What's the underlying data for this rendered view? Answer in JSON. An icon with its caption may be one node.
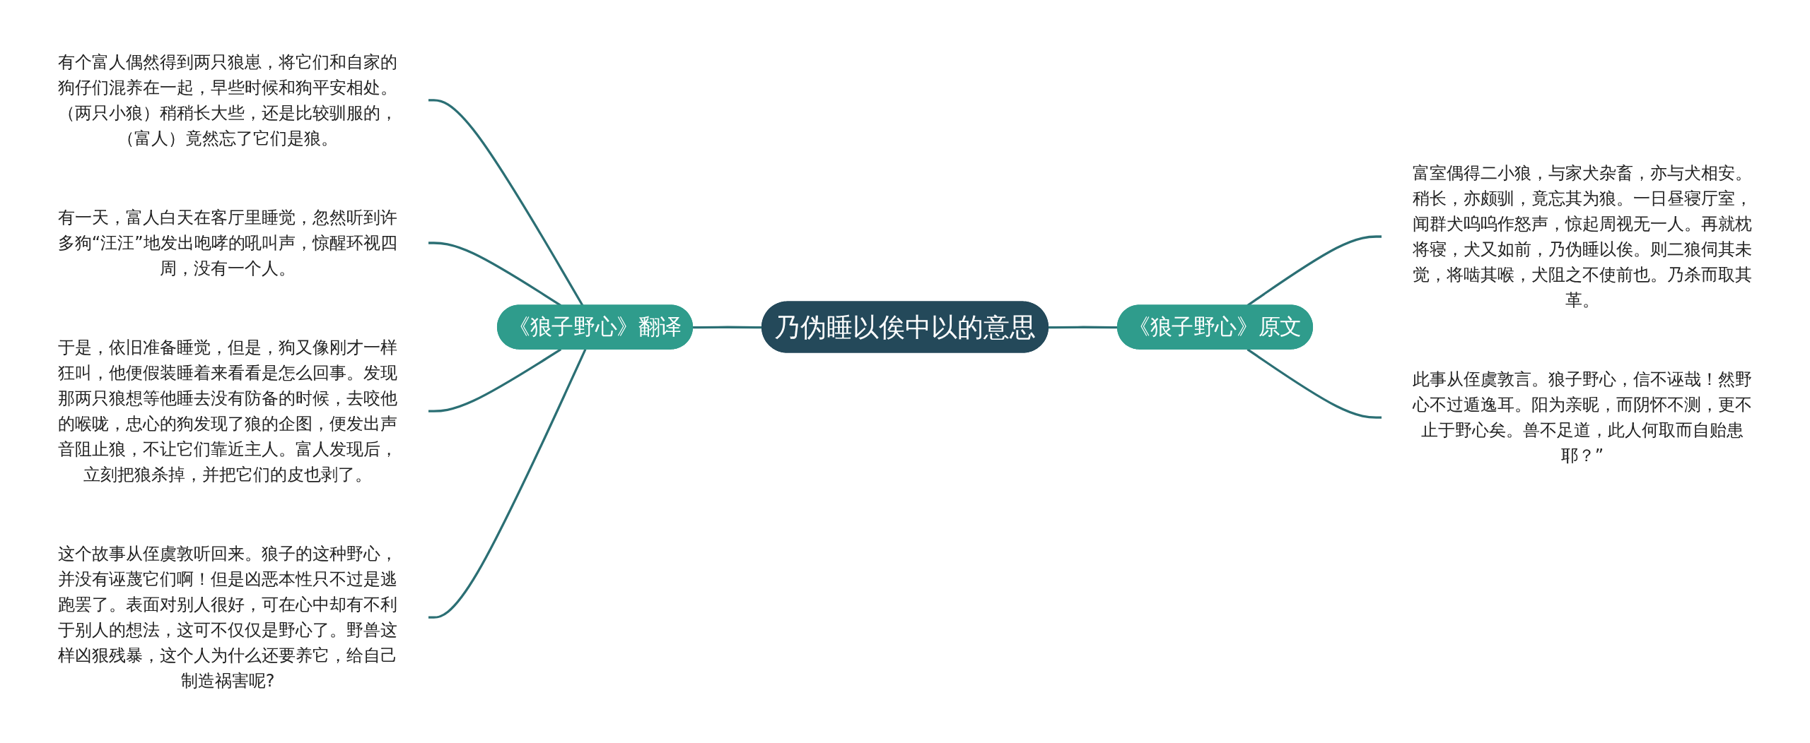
{
  "diagram": {
    "nodes": [
      {
        "text": [
          "乃伪睡以俟中以的意思"
        ]
      },
      {
        "text": [
          "《狼子野心》翻译"
        ]
      },
      {
        "text": [
          "有个富人偶然得到两只狼崽，将它们和自家的狗仔们混养在一起，早些时候和狗平安相处。（两只小狼）稍稍长大些，还是比较驯服的，（富人）竟然忘了它们是狼。"
        ]
      },
      {
        "text": [
          "有一天，富人白天在客厅里睡觉，忽然听到许多狗“汪汪”地发出咆哮的吼叫声，惊醒环视四周，没有一个人。"
        ]
      },
      {
        "text": [
          "于是，依旧准备睡觉，但是，狗又像刚才一样狂叫，他便假装睡着来看看是怎么回事。发现那两只狼想等他睡去没有防备的时候，去咬他的喉咙，忠心的狗发现了狼的企图，便发出声音阻止狼，不让它们靠近主人。富人发现后，立刻把狼杀掉，并把它们的皮也剥了。"
        ]
      },
      {
        "text": [
          "这个故事从侄虞敦听回来。狼子的这种野心，并没有诬蔑它们啊！但是凶恶本性只不过是逃跑罢了。表面对别人很好，可在心中却有不利于别人的想法，这可不仅仅是野心了。野兽这样凶狠残暴，这个人为什么还要养它，给自己制造祸害呢?"
        ]
      },
      {
        "text": [
          "《狼子野心》原文"
        ]
      },
      {
        "text": [
          "富室偶得二小狼，与家犬杂畜，亦与犬相安。稍长，亦颇驯，竟忘其为狼。一日昼寝厅室，闻群犬呜呜作怒声，惊起周视无一人。再就枕将寝，犬又如前，乃伪睡以俟。则二狼伺其未觉，将啮其喉，犬阻之不使前也。乃杀而取其革。"
        ]
      },
      {
        "text": [
          "此事从侄虞敦言。狼子野心，信不诬哉！然野心不过遁逸耳。阳为亲昵，而阴怀不测，更不止于野心矣。兽不足道，此人何取而自贻患耶？”"
        ]
      }
    ],
    "edges": [
      {
        "from": 2,
        "to": 1,
        "arrow": "none"
      },
      {
        "from": 3,
        "to": 1,
        "arrow": "none"
      },
      {
        "from": 4,
        "to": 1,
        "arrow": "none"
      },
      {
        "from": 5,
        "to": 1,
        "arrow": "none"
      },
      {
        "from": 1,
        "to": 0,
        "arrow": "none"
      },
      {
        "from": 0,
        "to": 6,
        "arrow": "none"
      },
      {
        "from": 6,
        "to": 7,
        "arrow": "none"
      },
      {
        "from": 6,
        "to": 8,
        "arrow": "none"
      }
    ]
  }
}
